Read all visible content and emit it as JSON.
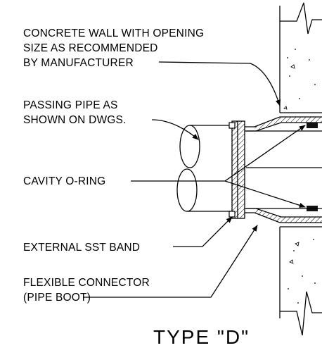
{
  "labels": {
    "wall": [
      "CONCRETE WALL WITH OPENING",
      "SIZE AS RECOMMENDED",
      "BY MANUFACTURER"
    ],
    "pipe": [
      "PASSING PIPE AS",
      "SHOWN ON DWGS."
    ],
    "oring": [
      "CAVITY O-RING"
    ],
    "band": [
      "EXTERNAL SST BAND"
    ],
    "connector": [
      "FLEXIBLE CONNECTOR",
      "(PIPE BOOT)"
    ]
  },
  "title": "TYPE \"D\""
}
